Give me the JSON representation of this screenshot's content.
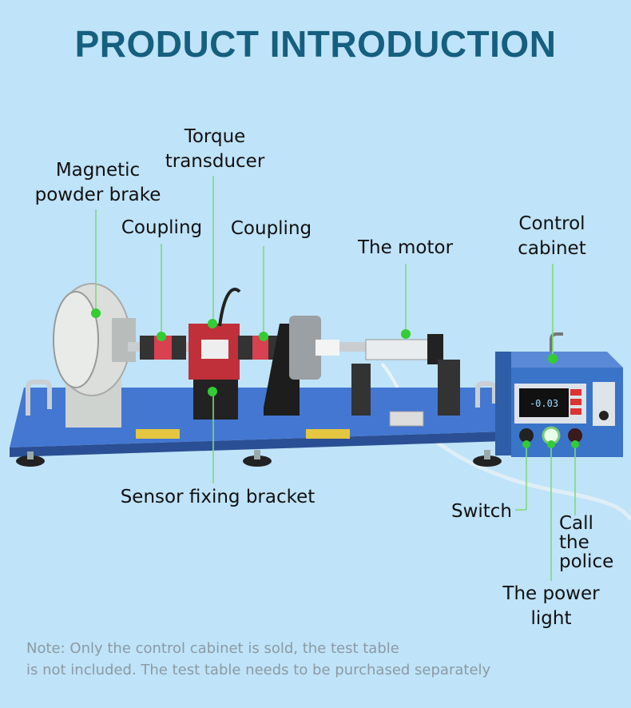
{
  "title": "PRODUCT INTRODUCTION",
  "labels": {
    "magnetic_powder_brake": [
      "Magnetic",
      "powder brake"
    ],
    "torque_transducer": [
      "Torque",
      "transducer"
    ],
    "coupling_left": "Coupling",
    "coupling_right": "Coupling",
    "the_motor": "The motor",
    "control_cabinet": [
      "Control",
      "cabinet"
    ],
    "sensor_fixing_bracket": "Sensor fixing bracket",
    "switch": "Switch",
    "call_the_police": [
      "Call",
      "the",
      "police"
    ],
    "the_power_light": [
      "The power",
      "light"
    ]
  },
  "display_readout": "-0.03",
  "note": [
    "Note: Only the control cabinet is sold, the test table",
    "is not included. The test table needs to be purchased separately"
  ],
  "colors": {
    "background": "#bfe3f8",
    "title": "#155f7f",
    "marker": "#33cc33",
    "table": "#3e6fc9",
    "cabinet": "#3a74c8",
    "transducer": "#c0303a"
  }
}
